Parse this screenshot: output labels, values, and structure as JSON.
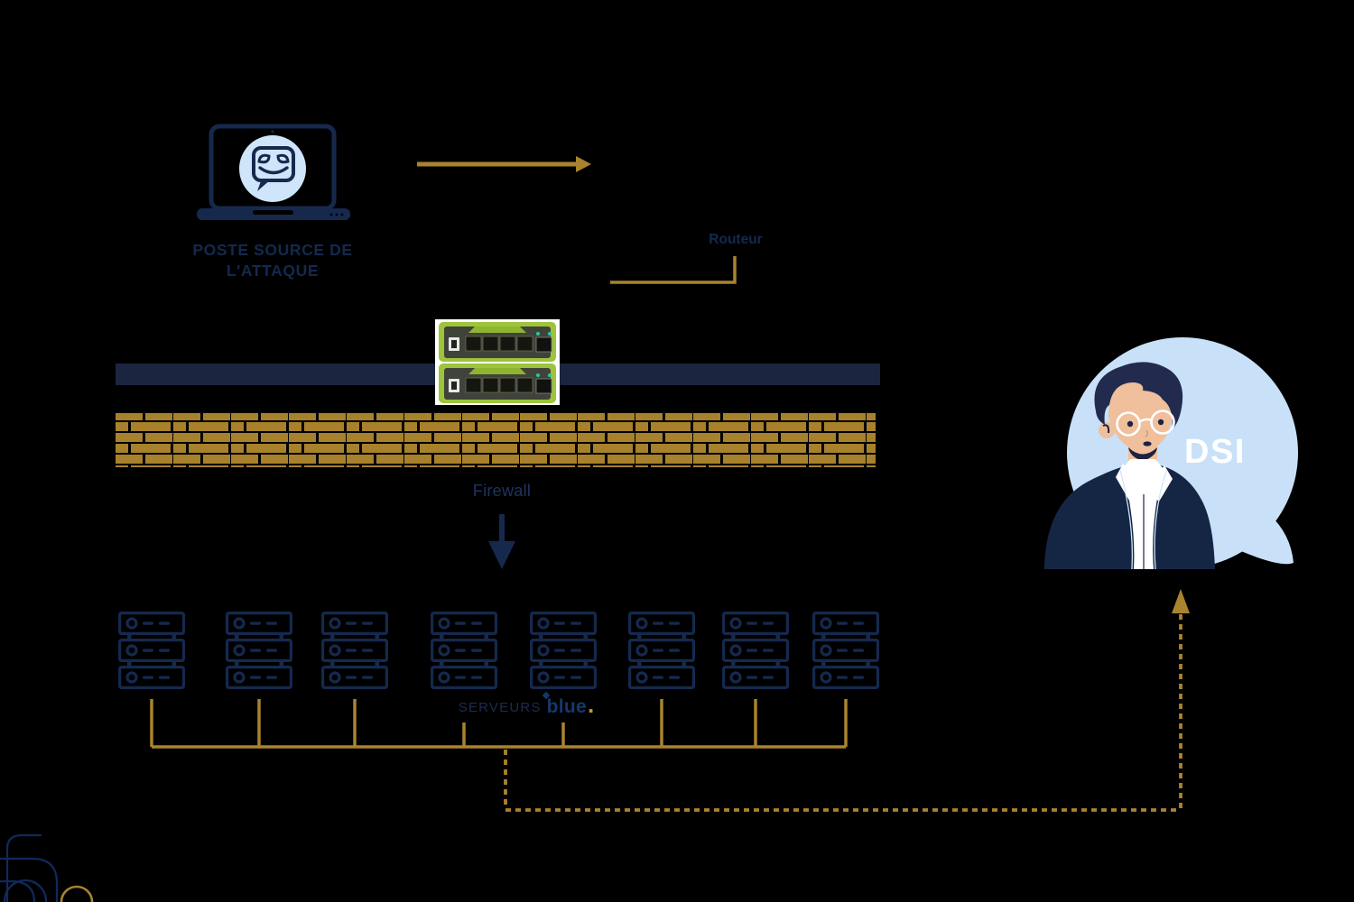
{
  "diagram": {
    "background": "#000000",
    "attack_source": {
      "label_line1": "POSTE SOURCE DE",
      "label_line2": "L'ATTAQUE",
      "icon": "laptop-with-malicious-chatbot"
    },
    "router": {
      "label": "Routeur"
    },
    "network_tap": {
      "icon": "stacked-green-network-tap-appliances",
      "modules": 2
    },
    "firewall": {
      "label": "Firewall",
      "icon": "brick-wall"
    },
    "servers": {
      "label": "SERVEURS",
      "brand": "blue",
      "brand_dot": ".",
      "count": 8,
      "units_per_rack": 3
    },
    "dsi": {
      "label": "DSI",
      "icon": "it-manager-avatar"
    },
    "colors": {
      "navy": "#16294d",
      "bar_navy": "#1b2540",
      "gold": "#a9832e",
      "brick_gold": "#a8812d",
      "light_blue": "#cfe5fa",
      "bubble_blue": "#c8e1f8",
      "device_green": "#9dc43b",
      "skin": "#f0bf9b",
      "white": "#ffffff"
    }
  }
}
